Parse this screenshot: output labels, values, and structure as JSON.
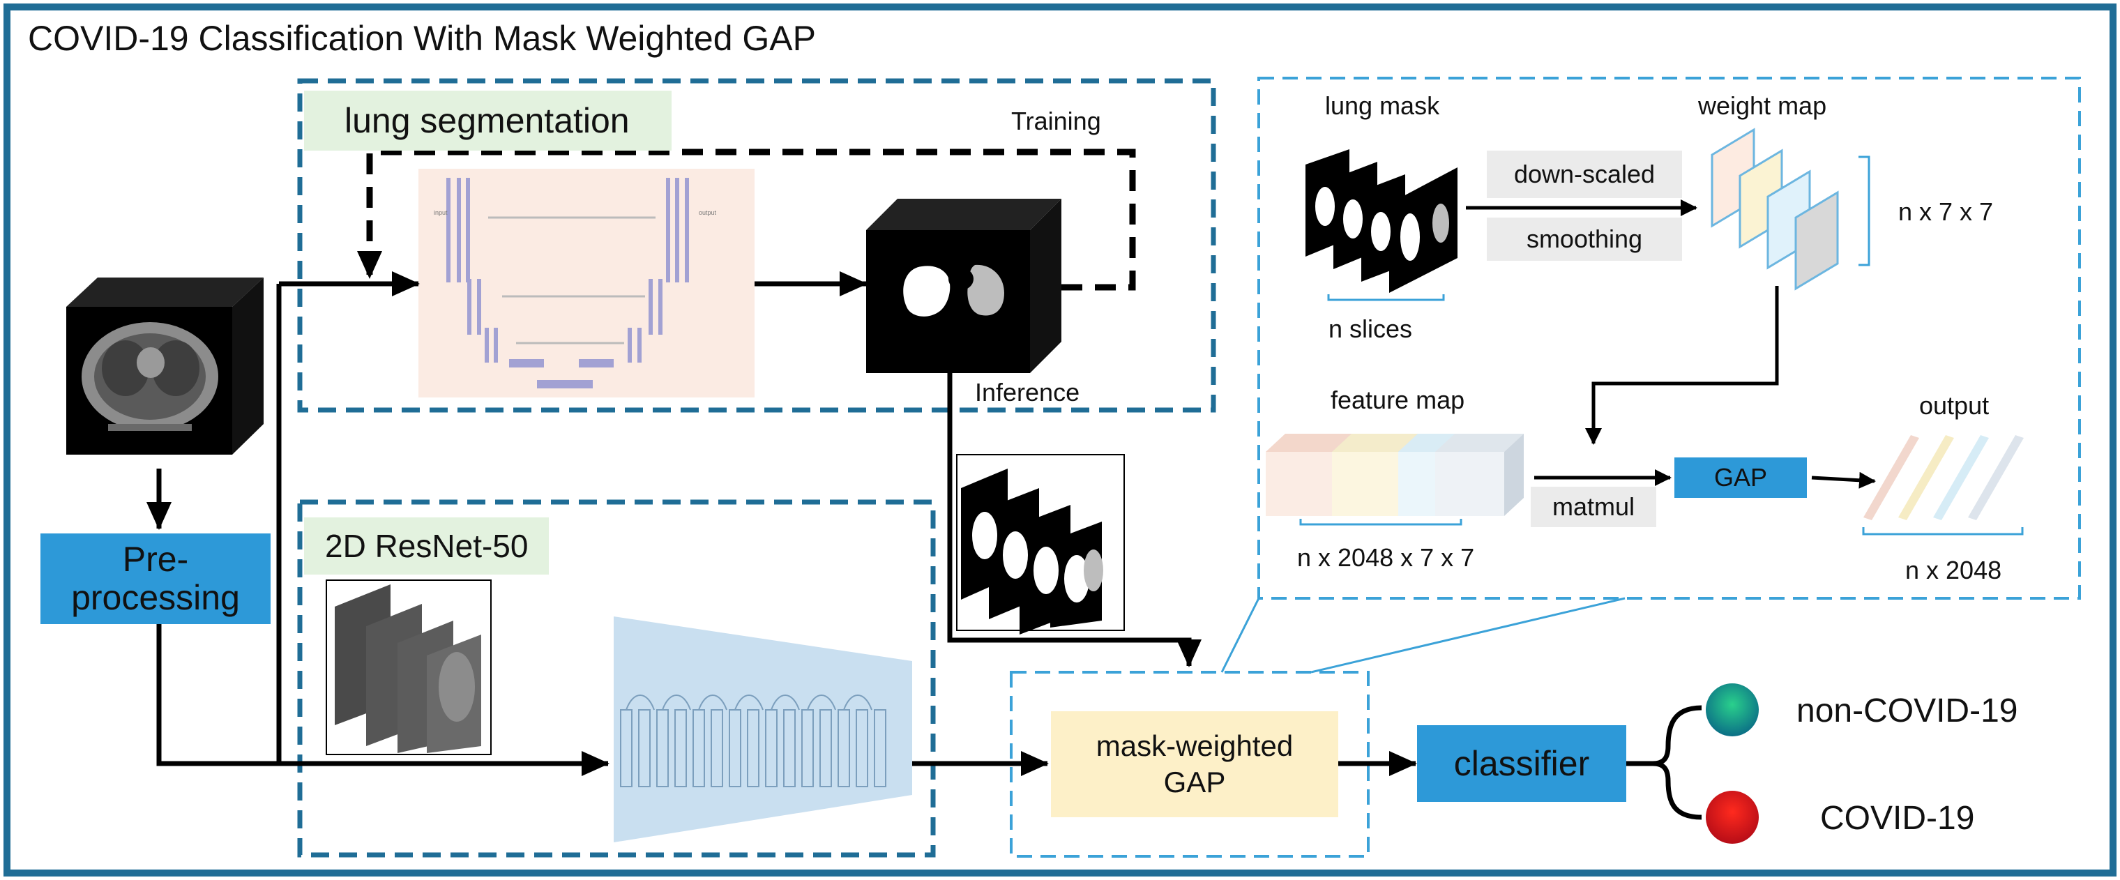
{
  "title": "COVID-19 Classification With Mask Weighted GAP",
  "segmentation": {
    "title": "lung segmentation",
    "training_label": "Training",
    "inference_label": "Inference"
  },
  "preprocessing": {
    "label_line1": "Pre-",
    "label_line2": "processing"
  },
  "resnet": {
    "title": "2D ResNet-50"
  },
  "mask_weighted_gap": {
    "label_line1": "mask-weighted",
    "label_line2": "GAP"
  },
  "classifier": {
    "label": "classifier"
  },
  "outputs": [
    {
      "label": "non-COVID-19",
      "color": "#139c84"
    },
    {
      "label": "COVID-19",
      "color": "#e8151b"
    }
  ],
  "detail": {
    "lung_mask_label": "lung mask",
    "n_slices_label": "n slices",
    "down_scaled_label": "down-scaled",
    "smoothing_label": "smoothing",
    "weight_map_label": "weight map",
    "weight_map_dims": "n x 7 x 7",
    "feature_map_label": "feature map",
    "feature_map_dims": "n x 2048 x 7 x 7",
    "matmul_label": "matmul",
    "gap_label": "GAP",
    "output_label": "output",
    "output_dims": "n x 2048"
  },
  "colors": {
    "frame": "#1f6d96",
    "dashed": "#1f6d96",
    "detail_dashed": "#3ba2d8",
    "button_blue": "#2d99d8",
    "panel_green": "#e3f2df",
    "mask_gap_fill": "#fdf0c8",
    "label_grey": "#ebebeb",
    "resnet_trapezoid": "#c9dff0",
    "unet_bg": "#fbebe3"
  }
}
